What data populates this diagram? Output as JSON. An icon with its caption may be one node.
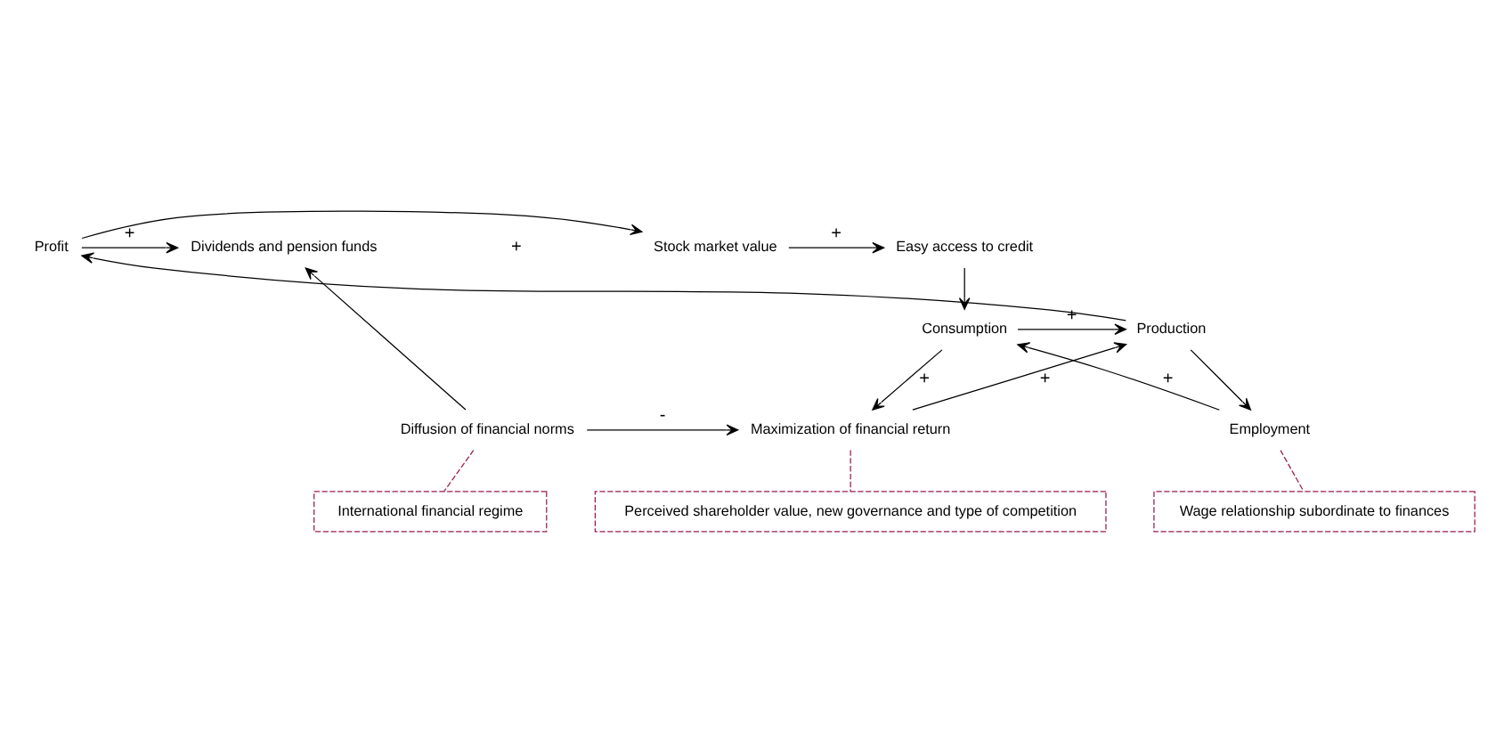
{
  "diagram": {
    "nodes": [
      {
        "text": [
          "Dividends and pension funds"
        ]
      },
      {
        "text": [
          "Stock market value"
        ]
      },
      {
        "text": [
          "Easy access to credit"
        ]
      },
      {
        "text": [
          "Profit"
        ]
      },
      {
        "text": [
          "Consumption"
        ]
      },
      {
        "text": [
          "Production"
        ]
      },
      {
        "text": [
          "Employment"
        ]
      },
      {
        "text": [
          "Diffusion of financial norms"
        ]
      },
      {
        "text": [
          "Maximization of financial return"
        ]
      },
      {
        "text": [
          "International financial regime"
        ]
      },
      {
        "text": [
          "Perceived shareholder value, new governance and type of competition"
        ]
      },
      {
        "text": [
          "Wage relationship subordinate to finances"
        ]
      }
    ],
    "edges": [
      {
        "from": 3,
        "to": 0,
        "arrow": "to",
        "label": "+"
      },
      {
        "from": 3,
        "to": 1,
        "arrow": "to"
      },
      {
        "from": 1,
        "to": 2,
        "arrow": "to",
        "label": "+"
      },
      {
        "from": 2,
        "to": 4,
        "arrow": "to"
      },
      {
        "from": 4,
        "to": 5,
        "arrow": "to",
        "label": "+"
      },
      {
        "from": 5,
        "to": 3,
        "arrow": "to"
      },
      {
        "from": 5,
        "to": 6,
        "arrow": "to"
      },
      {
        "from": 6,
        "to": 4,
        "arrow": "to",
        "label": "+"
      },
      {
        "from": 4,
        "to": 8,
        "arrow": "to",
        "label": "+"
      },
      {
        "from": 7,
        "to": 0,
        "arrow": "to"
      },
      {
        "from": 7,
        "to": 8,
        "arrow": "to",
        "label": "-"
      },
      {
        "from": 8,
        "to": 5,
        "arrow": "to",
        "label": "+"
      },
      {
        "from": 7,
        "to": 9,
        "arrow": "none",
        "style": "dashed",
        "color": "#9b1b4e"
      },
      {
        "from": 8,
        "to": 10,
        "arrow": "none",
        "style": "dashed",
        "color": "#9b1b4e"
      },
      {
        "from": 6,
        "to": 11,
        "arrow": "none",
        "style": "dashed",
        "color": "#9b1b4e"
      }
    ],
    "labels": [
      "+"
    ]
  }
}
